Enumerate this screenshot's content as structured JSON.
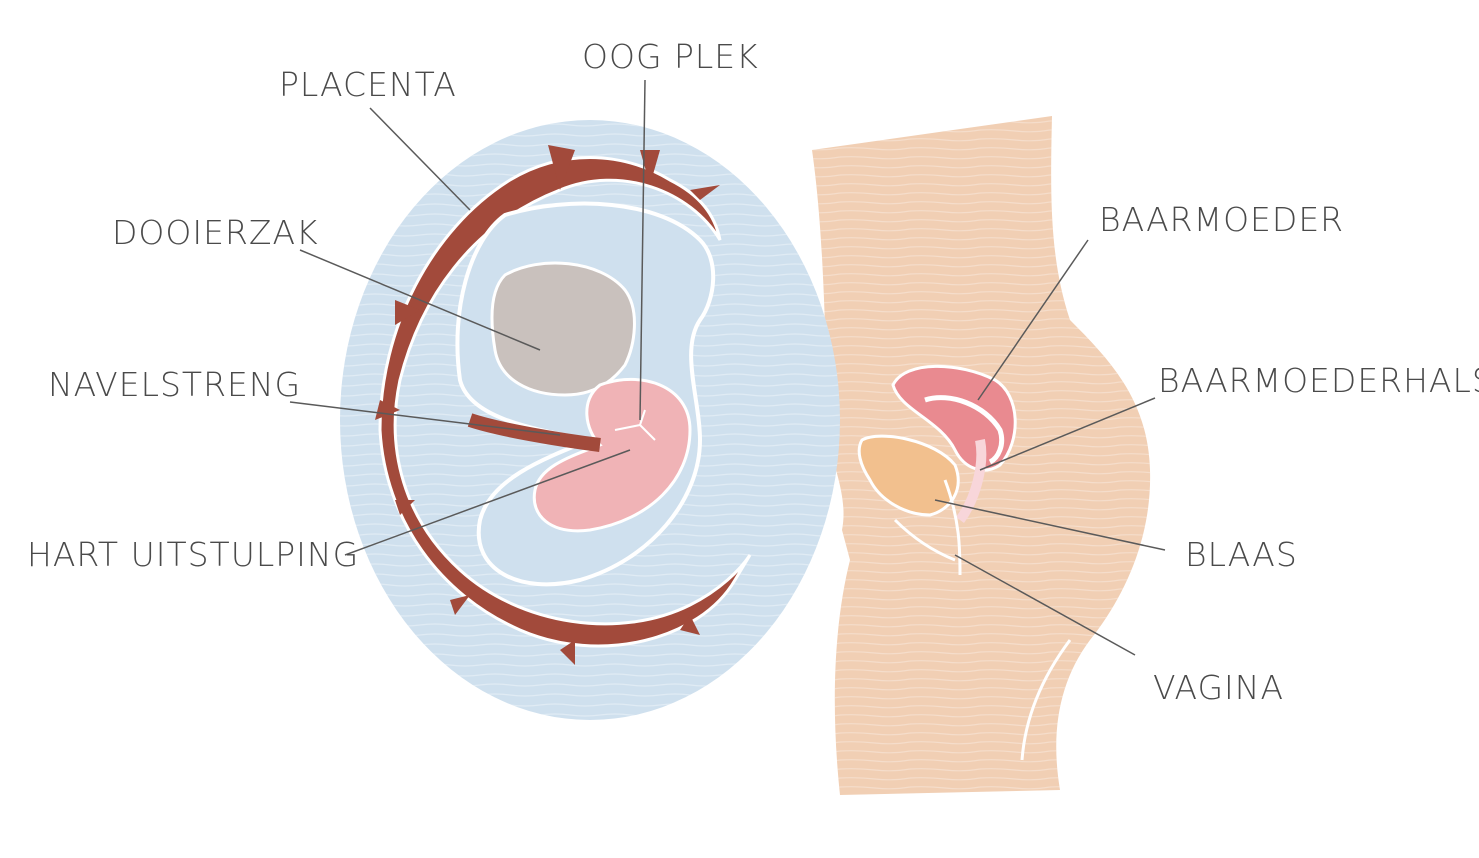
{
  "labels": {
    "placenta": "PLACENTA",
    "oog_plek": "OOG PLEK",
    "dooierzak": "DOOIERZAK",
    "navelstreng": "NAVELSTRENG",
    "hart_uitstulping": "HART UITSTULPING",
    "baarmoeder": "BAARMOEDER",
    "baarmoederhals": "BAARMOEDERHALS",
    "blaas": "BLAAS",
    "vagina": "VAGINA"
  },
  "colors": {
    "amniotic_blue": "#cfe0ee",
    "placenta_brown": "#a24a3b",
    "embryo_pink": "#f0b3b6",
    "yolk_sac_gray": "#c9c1bd",
    "body_skin": "#f1cfb4",
    "uterus_red": "#e98a90",
    "bladder_orange": "#f2c08e",
    "leader_line": "#5a5a5a",
    "text": "#4a4a4a"
  }
}
